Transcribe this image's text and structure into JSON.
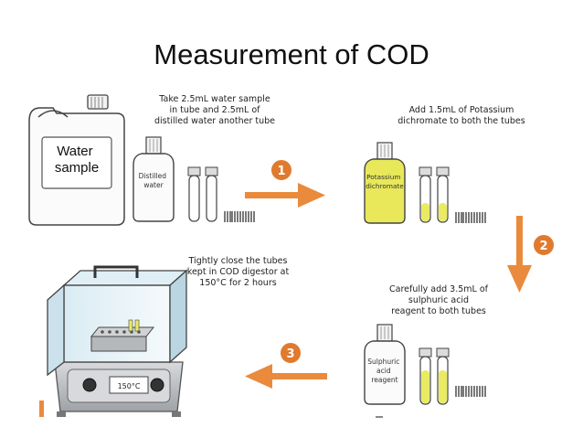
{
  "title": "Measurement of COD",
  "steps": [
    {
      "number": "1",
      "text": "Take 2.5mL water sample\nin tube and 2.5mL of\ndistilled water another tube"
    },
    {
      "number": "2",
      "text": "Add 1.5mL of Potassium\ndichromate to both the tubes"
    },
    {
      "number": "3",
      "text": "Carefully add 3.5mL of\nsulphuric acid\nreagent to both tubes"
    },
    {
      "number": "",
      "text": "Tightly close the tubes\nkept in COD digestor at\n150°C for 2 hours"
    }
  ],
  "labels": {
    "water_sample": "Water\nsample",
    "distilled_water": "Distilled\nwater",
    "potassium_dichromate": "Potassium\ndichromate",
    "sulphuric_acid_reagent": "Sulphuric\nacid\nreagent",
    "digestor_display": "150°C"
  },
  "colors": {
    "arrow": "#e98a3c",
    "badge": "#e07a2e",
    "reagent_yellow": "#e8e85a",
    "tube_fill": "#e9ec62"
  }
}
